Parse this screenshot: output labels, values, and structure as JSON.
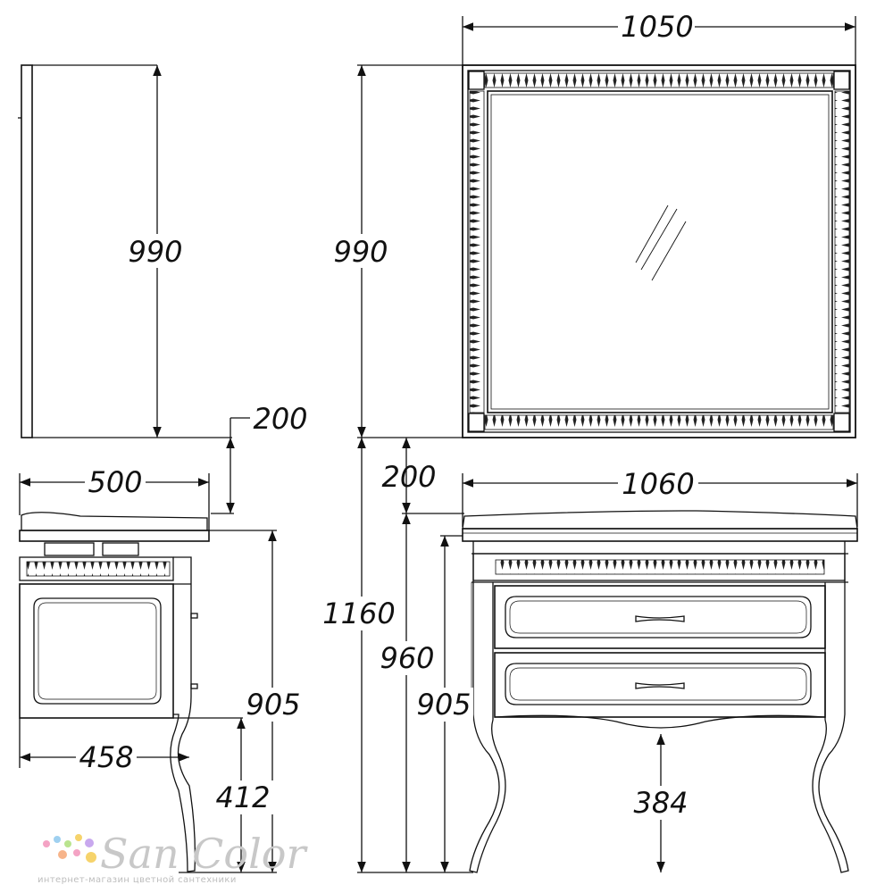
{
  "dimensions": {
    "mirror_side_height": "990",
    "mirror_gap": "200",
    "mirror_front_width": "1050",
    "mirror_front_height": "990",
    "vanity_front_gap": "200",
    "vanity_width": "1060",
    "overall_height": "1160",
    "top_height": "960",
    "body_height_front": "905",
    "leg_clearance_front": "384",
    "vanity_depth": "500",
    "body_depth": "458",
    "body_height_side": "905",
    "leg_height_side": "412"
  },
  "watermark": {
    "brand": "San Color",
    "tagline": "интернет-магазин цветной сантехники",
    "dot_colors": [
      "#f4a3c4",
      "#9fd0f0",
      "#b9e48f",
      "#f6d36b",
      "#c8a8ee",
      "#f7b48a"
    ]
  }
}
